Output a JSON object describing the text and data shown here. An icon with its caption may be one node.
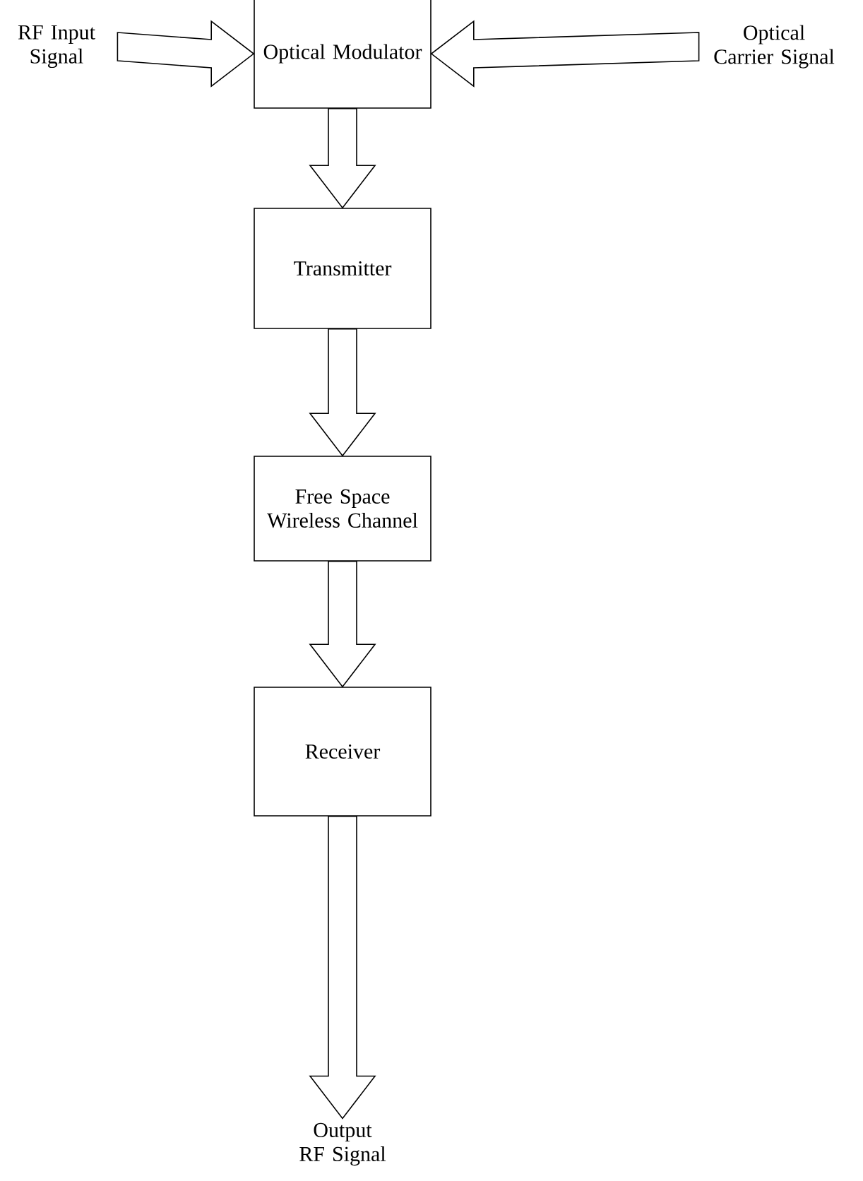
{
  "diagram": {
    "nodes": [
      {
        "text": [
          "RF Input Signal"
        ]
      },
      {
        "text": [
          "Optical Modulator"
        ]
      },
      {
        "text": [
          "Optical Carrier Signal"
        ]
      },
      {
        "text": [
          "Transmitter"
        ]
      },
      {
        "text": [
          "Free Space Wireless Channel"
        ]
      },
      {
        "text": [
          "Receiver"
        ]
      },
      {
        "text": [
          "Output RF Signal"
        ]
      }
    ],
    "edges": [
      {
        "from": 0,
        "to": 1,
        "arrow": "to"
      },
      {
        "from": 2,
        "to": 1,
        "arrow": "to"
      },
      {
        "from": 1,
        "to": 3,
        "arrow": "to"
      },
      {
        "from": 3,
        "to": 4,
        "arrow": "to"
      },
      {
        "from": 4,
        "to": 5,
        "arrow": "to"
      },
      {
        "from": 5,
        "to": 6,
        "arrow": "to"
      }
    ]
  }
}
